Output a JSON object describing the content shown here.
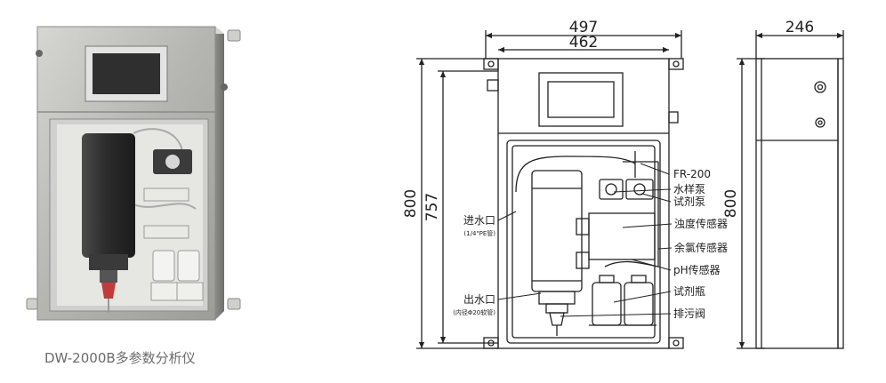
{
  "product": {
    "caption": "DW-2000B多参数分析仪"
  },
  "dimensions": {
    "overall_width": "497",
    "panel_width": "462",
    "depth": "246",
    "front_height": "800",
    "panel_height": "757",
    "side_height": "800"
  },
  "callouts": {
    "fr200": "FR-200",
    "sample_pump": "水样泵",
    "reagent_pump": "试剂泵",
    "turbidity_sensor": "浊度传感器",
    "chlorine_sensor": "余氯传感器",
    "ph_sensor": "pH传感器",
    "reagent_bottle": "试剂瓶",
    "drain_valve": "排污阀",
    "water_inlet": "进水口",
    "water_inlet_note": "(1/4\"PE管)",
    "water_outlet": "出水口",
    "water_outlet_note": "(内径Φ20软管)"
  },
  "colors": {
    "cabinet_steel": "#b9b9b6",
    "cabinet_body": "#bfc0bf",
    "screen": "#2f2f2f",
    "line": "#222222",
    "valve_red": "#c23b3b"
  }
}
